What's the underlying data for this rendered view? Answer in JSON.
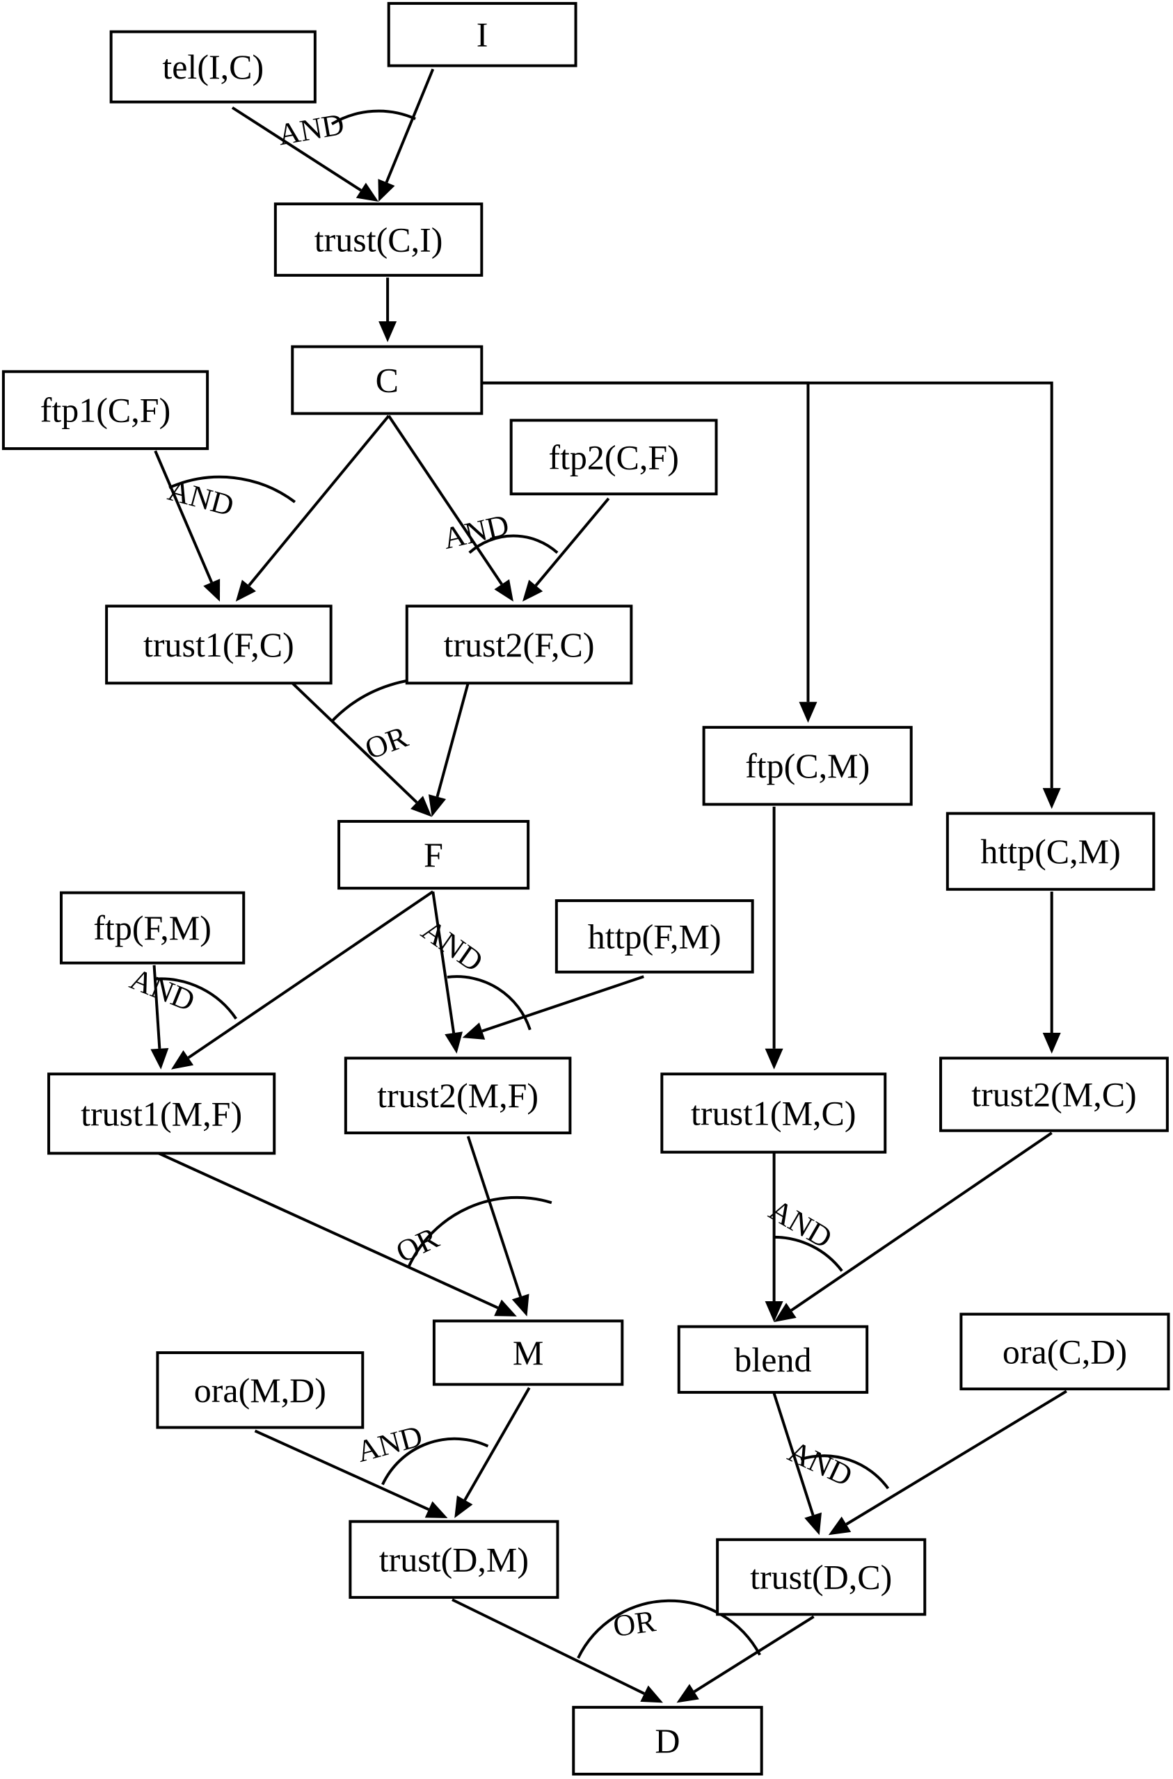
{
  "nodes": [
    {
      "id": "I",
      "label": "I"
    },
    {
      "id": "telIC",
      "label": "tel(I,C)"
    },
    {
      "id": "trustCI",
      "label": "trust(C,I)"
    },
    {
      "id": "C",
      "label": "C"
    },
    {
      "id": "ftp1CF",
      "label": "ftp1(C,F)"
    },
    {
      "id": "ftp2CF",
      "label": "ftp2(C,F)"
    },
    {
      "id": "trust1FC",
      "label": "trust1(F,C)"
    },
    {
      "id": "trust2FC",
      "label": "trust2(F,C)"
    },
    {
      "id": "ftpCM",
      "label": "ftp(C,M)"
    },
    {
      "id": "httpCM",
      "label": "http(C,M)"
    },
    {
      "id": "F",
      "label": "F"
    },
    {
      "id": "ftpFM",
      "label": "ftp(F,M)"
    },
    {
      "id": "httpFM",
      "label": "http(F,M)"
    },
    {
      "id": "trust1MF",
      "label": "trust1(M,F)"
    },
    {
      "id": "trust2MF",
      "label": "trust2(M,F)"
    },
    {
      "id": "trust1MC",
      "label": "trust1(M,C)"
    },
    {
      "id": "trust2MC",
      "label": "trust2(M,C)"
    },
    {
      "id": "M",
      "label": "M"
    },
    {
      "id": "blend",
      "label": "blend"
    },
    {
      "id": "oraMD",
      "label": "ora(M,D)"
    },
    {
      "id": "oraCD",
      "label": "ora(C,D)"
    },
    {
      "id": "trustDM",
      "label": "trust(D,M)"
    },
    {
      "id": "trustDC",
      "label": "trust(D,C)"
    },
    {
      "id": "D",
      "label": "D"
    }
  ],
  "edges": [
    {
      "from": "telIC",
      "to": "trustCI"
    },
    {
      "from": "I",
      "to": "trustCI"
    },
    {
      "from": "trustCI",
      "to": "C"
    },
    {
      "from": "ftp1CF",
      "to": "trust1FC"
    },
    {
      "from": "C",
      "to": "trust1FC"
    },
    {
      "from": "C",
      "to": "trust2FC"
    },
    {
      "from": "ftp2CF",
      "to": "trust2FC"
    },
    {
      "from": "C",
      "to": "ftpCM"
    },
    {
      "from": "C",
      "to": "httpCM"
    },
    {
      "from": "trust1FC",
      "to": "F"
    },
    {
      "from": "trust2FC",
      "to": "F"
    },
    {
      "from": "ftpFM",
      "to": "trust1MF"
    },
    {
      "from": "F",
      "to": "trust1MF"
    },
    {
      "from": "F",
      "to": "trust2MF"
    },
    {
      "from": "httpFM",
      "to": "trust2MF"
    },
    {
      "from": "ftpCM",
      "to": "trust1MC"
    },
    {
      "from": "httpCM",
      "to": "trust2MC"
    },
    {
      "from": "trust1MF",
      "to": "M"
    },
    {
      "from": "trust2MF",
      "to": "M"
    },
    {
      "from": "trust1MC",
      "to": "blend"
    },
    {
      "from": "trust2MC",
      "to": "blend"
    },
    {
      "from": "oraMD",
      "to": "trustDM"
    },
    {
      "from": "M",
      "to": "trustDM"
    },
    {
      "from": "blend",
      "to": "trustDC"
    },
    {
      "from": "oraCD",
      "to": "trustDC"
    },
    {
      "from": "trustDM",
      "to": "D"
    },
    {
      "from": "trustDC",
      "to": "D"
    }
  ],
  "gates": [
    {
      "id": "g-trustCI",
      "label": "AND"
    },
    {
      "id": "g-trust1FC",
      "label": "AND"
    },
    {
      "id": "g-trust2FC",
      "label": "AND"
    },
    {
      "id": "g-F",
      "label": "OR"
    },
    {
      "id": "g-trust1MF",
      "label": "AND"
    },
    {
      "id": "g-trust2MF",
      "label": "AND"
    },
    {
      "id": "g-M",
      "label": "OR"
    },
    {
      "id": "g-blend",
      "label": "AND"
    },
    {
      "id": "g-trustDM",
      "label": "AND"
    },
    {
      "id": "g-trustDC",
      "label": "AND"
    },
    {
      "id": "g-D",
      "label": "OR"
    }
  ]
}
